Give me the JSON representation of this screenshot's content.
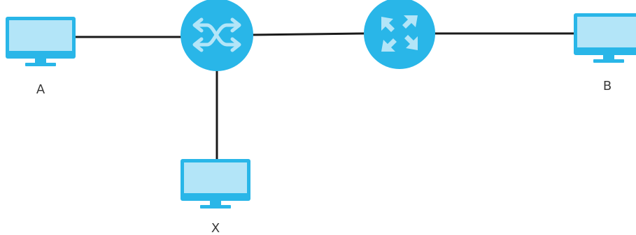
{
  "diagram": {
    "nodes": {
      "computer_a": {
        "label": "A",
        "icon": "monitor-icon"
      },
      "switch": {
        "icon": "switch-icon"
      },
      "router": {
        "icon": "router-icon"
      },
      "computer_b": {
        "label": "B",
        "icon": "monitor-icon"
      },
      "computer_x": {
        "label": "X",
        "icon": "monitor-icon"
      }
    },
    "colors": {
      "device_dark": "#29b6e8",
      "device_light": "#b3e5f8",
      "device_stand": "#29b6e8",
      "connection": "#1a1a1a",
      "label": "#3a3a3a"
    }
  }
}
